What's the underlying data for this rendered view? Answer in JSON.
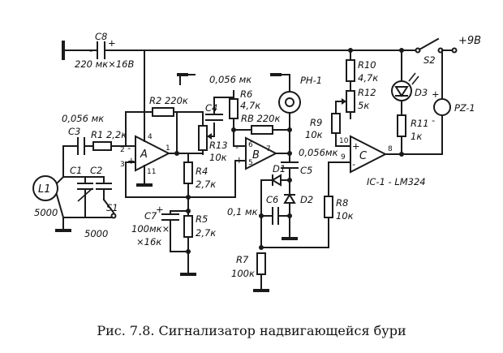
{
  "caption": "Рис. 7.8. Сигнализатор надвигающейся бури",
  "supply": "+9В",
  "components": {
    "C8": "C8",
    "C8_val": "220 мк×16В",
    "C3": "C3",
    "C3_val": "0,056 мк",
    "R1": "R1 2,2к",
    "R2": "R2 220к",
    "A": "A",
    "B": "B",
    "C": "C",
    "C4": "C4",
    "C4_val": "0,056 мк",
    "R6": "R6",
    "R6_val": "4,7к",
    "RB": "RB 220к",
    "R13": "R13",
    "R13_val": "10к",
    "PH1": "PH-1",
    "R4": "R4",
    "R4_val": "2,7к",
    "R5": "R5",
    "R5_val": "2,7к",
    "C7": "C7",
    "C7_val1": "100мк×",
    "C7_val2": "×16к",
    "C5": "C5",
    "C5_val": "0,056мк",
    "D1": "D1",
    "D2": "D2",
    "C6": "C6",
    "C6_val": "0,1 мк",
    "R7": "R7",
    "R7_val": "100к",
    "R8": "R8",
    "R8_val": "10к",
    "R9": "R9",
    "R9_val": "10к",
    "R10": "R10",
    "R10_val": "4,7к",
    "R12": "R12",
    "R12_val": "5к",
    "R11": "R11",
    "R11_val": "1к",
    "D3": "D3",
    "PZ1": "PZ-1",
    "S1": "S1",
    "S2": "S2",
    "L1": "L1",
    "C1": "C1",
    "C1_val": "5000",
    "C2": "C2",
    "C2_val": "5000",
    "IC": "IC-1 - LM324",
    "plus": "+",
    "minus": "-"
  },
  "pins": {
    "a2": "2",
    "a3": "3",
    "a4": "4",
    "a1": "1",
    "a11": "11",
    "b6": "6",
    "b5": "5",
    "b7": "7",
    "c10": "10",
    "c9": "9",
    "c8": "8"
  }
}
